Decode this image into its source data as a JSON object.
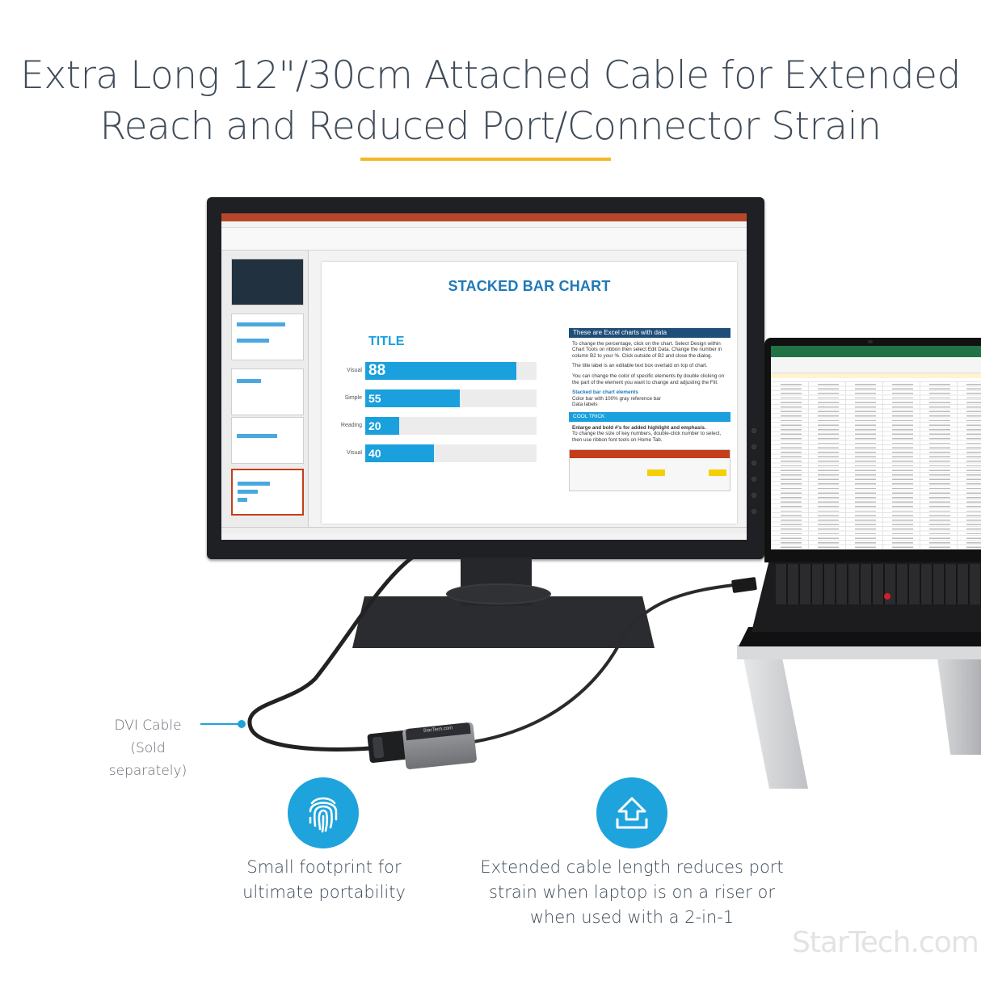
{
  "headline": {
    "line1": "Extra Long 12\"/30cm Attached Cable for Extended",
    "line2": "Reach and Reduced Port/Connector Strain"
  },
  "colors": {
    "accent_rule": "#f5b722",
    "brand_blue": "#1ea3dc",
    "text": "#3f4c5a"
  },
  "monitor_slide": {
    "title": "STACKED BAR CHART",
    "chart_title": "TITLE",
    "bars": [
      {
        "category": "Visual",
        "label": "88",
        "value": 88
      },
      {
        "category": "Simple",
        "label": "55",
        "value": 55
      },
      {
        "category": "Reading",
        "label": "20",
        "value": 20
      },
      {
        "category": "Visual",
        "label": "40",
        "value": 40
      }
    ],
    "notes_heading": "These are Excel charts with data",
    "note1": "To change the percentage, click on the chart. Select Design within Chart Tools on ribbon then select Edit Data. Change the number in column B2 to your %. Click outside of B2 and close the dialog.",
    "note2": "The title label is an editable text box overlaid on top of chart.",
    "note3": "You can change the color of specific elements by double clicking on the part of the element you want to change and adjusting the Fill.",
    "note4_head": "Stacked bar chart elements",
    "note4": "Color bar with 100% gray reference bar",
    "note5": "Data labels",
    "cool_trick": "COOL TRICK",
    "trick_head": "Enlarge and bold #'s for added highlight and emphasis.",
    "trick": "To change the size of key numbers, double-click number to select, then use ribbon font tools on Home Tab."
  },
  "adapter_brand": "StarTech.com",
  "callout": {
    "line1": "DVI Cable",
    "line2": "(Sold separately)"
  },
  "features": [
    {
      "icon": "fingerprint-icon",
      "line1": "Small footprint for",
      "line2": "ultimate portability"
    },
    {
      "icon": "upload-arrow-icon",
      "line1": "Extended cable length reduces port",
      "line2": "strain when laptop is on a riser or",
      "line3": "when used with a 2-in-1"
    }
  ],
  "logo": "StarTech.com"
}
